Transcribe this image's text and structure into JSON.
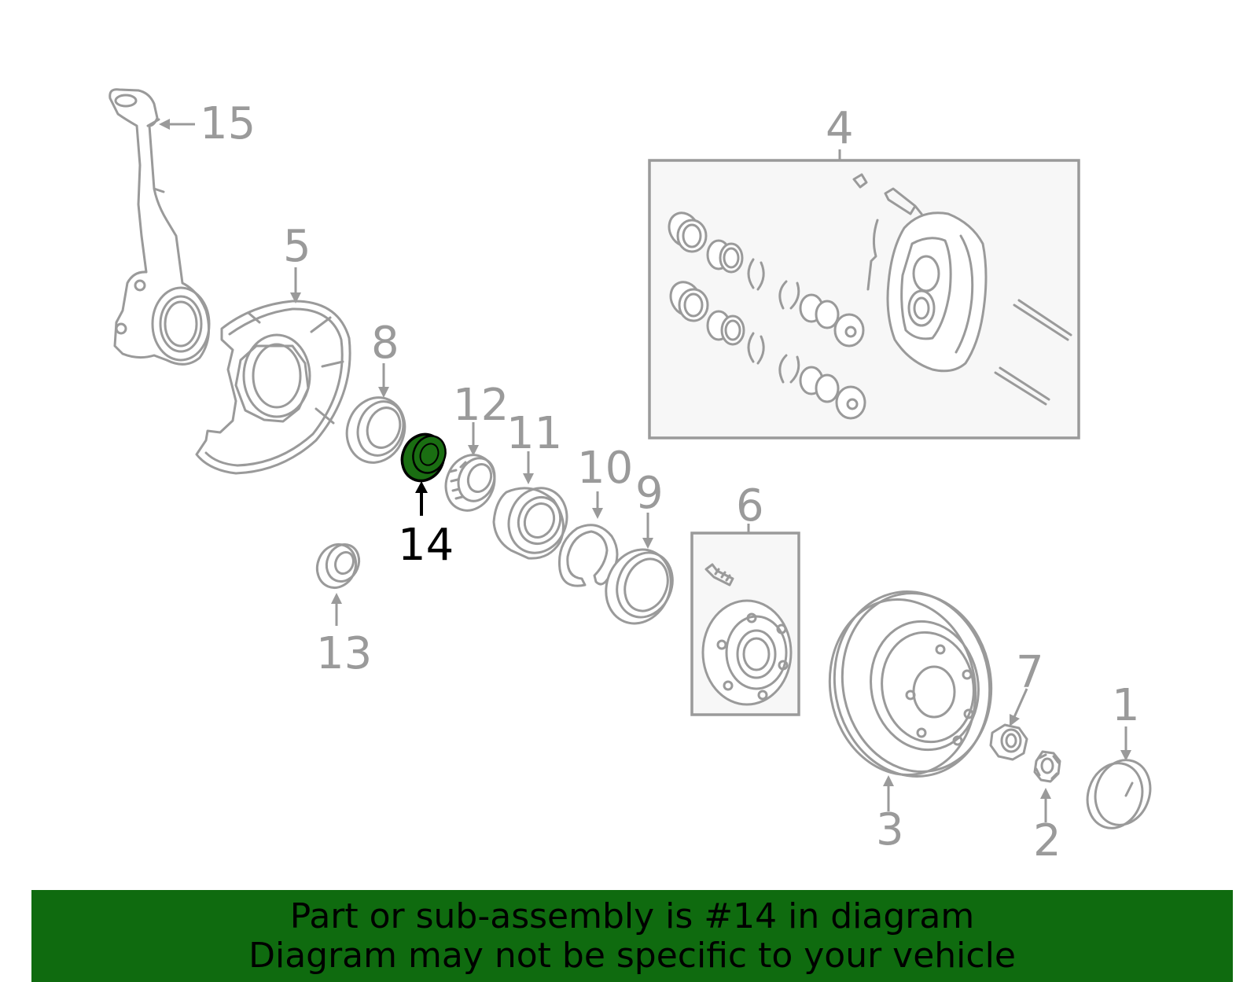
{
  "diagram": {
    "highlight_color": "#1a6e12",
    "labels": {
      "p1": "1",
      "p2": "2",
      "p3": "3",
      "p4": "4",
      "p5": "5",
      "p6": "6",
      "p7": "7",
      "p8": "8",
      "p9": "9",
      "p10": "10",
      "p11": "11",
      "p12": "12",
      "p13": "13",
      "p14": "14",
      "p15": "15"
    },
    "highlighted_part": "14"
  },
  "footer": {
    "line1": "Part or sub-assembly is #14 in diagram",
    "line2": "Diagram may not be specific to your vehicle",
    "background": "#0f6b0f"
  }
}
